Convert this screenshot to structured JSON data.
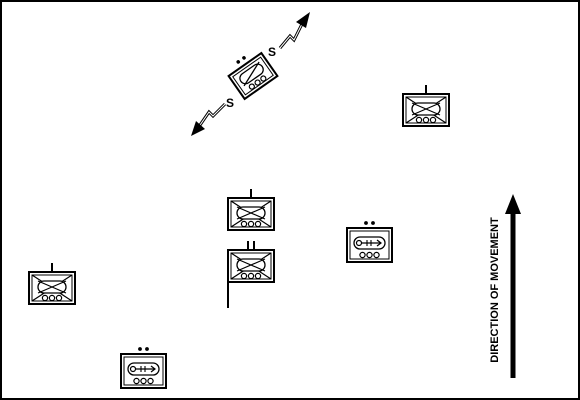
{
  "diagram": {
    "direction_label": "DIRECTION OF MOVEMENT",
    "screen_label": "S",
    "units": [
      {
        "id": "screen-recon-unit",
        "symbol": "armored-cavalry",
        "echelon": "section"
      },
      {
        "id": "armor-company-north",
        "symbol": "armor-infantry",
        "echelon": "company"
      },
      {
        "id": "armor-company-left-flank",
        "symbol": "armor-infantry",
        "echelon": "company"
      },
      {
        "id": "armor-company-lead",
        "symbol": "armor-infantry",
        "echelon": "company"
      },
      {
        "id": "armor-battalion-command",
        "symbol": "armor-infantry",
        "echelon": "battalion"
      },
      {
        "id": "mortar-section-right",
        "symbol": "armored-mortar",
        "echelon": "section"
      },
      {
        "id": "mortar-section-rear",
        "symbol": "armored-mortar",
        "echelon": "section"
      }
    ]
  }
}
